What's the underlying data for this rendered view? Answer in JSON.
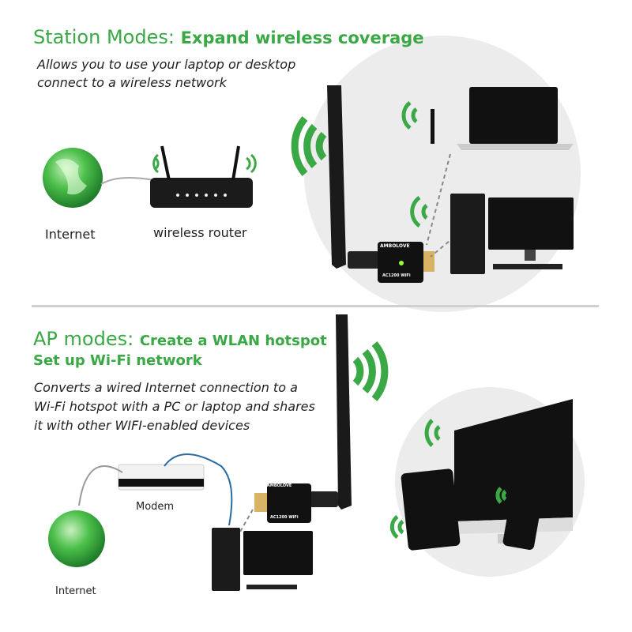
{
  "station": {
    "title_light": "Station Modes:",
    "title_bold": "Expand wireless coverage",
    "desc_line1": "Allows you to use your laptop or desktop",
    "desc_line2": "connect to a wireless network",
    "internet_label": "Internet",
    "router_label": "wireless router"
  },
  "ap": {
    "title_light": "AP modes:",
    "title_bold": "Create a WLAN hotspot",
    "subtitle": "Set up Wi-Fi network",
    "desc_line1": "Converts a wired Internet connection to a",
    "desc_line2": "Wi-Fi hotspot with a PC or laptop and shares",
    "desc_line3": "it with other WIFI-enabled devices",
    "modem_label": "Modem",
    "internet_label": "Internet"
  },
  "adapter": {
    "brand": "AMBOLOVE",
    "model": "AC1200 WiFi"
  },
  "colors": {
    "accent": "#3aa845",
    "divider": "#d0d0d0"
  }
}
